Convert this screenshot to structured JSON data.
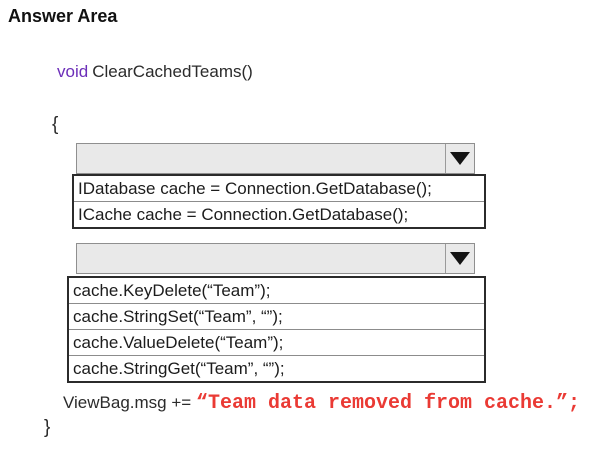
{
  "title": "Answer Area",
  "code": {
    "keyword": "void",
    "method": "ClearCachedTeams()",
    "open_brace": "{",
    "close_brace": "}",
    "viewbag_prefix": "ViewBag.msg += ",
    "viewbag_string": "“Team data removed from cache.”;"
  },
  "dropdown1": {
    "selected_value": "",
    "options": [
      "IDatabase cache = Connection.GetDatabase();",
      "ICache cache = Connection.GetDatabase();"
    ]
  },
  "dropdown2": {
    "selected_value": "",
    "options": [
      "cache.KeyDelete(“Team”);",
      "cache.StringSet(“Team”, “”);",
      "cache.ValueDelete(“Team”);",
      "cache.StringGet(“Team”, “”);"
    ]
  },
  "colors": {
    "keyword_purple": "#6c2eb9",
    "string_red": "#ea3a34",
    "dropdown_fill": "#e9e9e9"
  }
}
